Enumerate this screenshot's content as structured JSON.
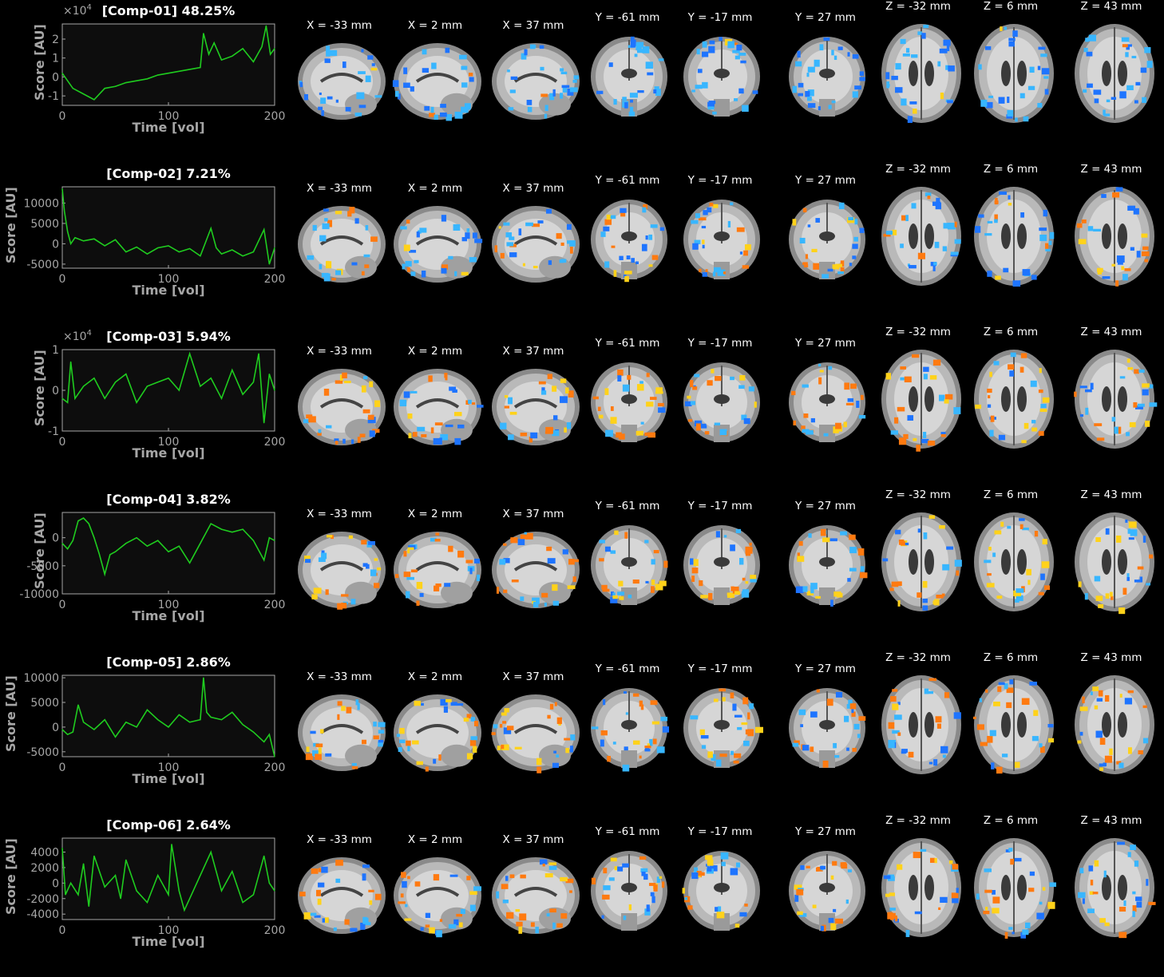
{
  "colors": {
    "background": "#000000",
    "axes_face": "#0d0d0d",
    "axes_line": "#a6a6a6",
    "trace": "#1fcc1f",
    "pos_map": "#ff8c00",
    "neg_map": "#2f8fff"
  },
  "slice_labels": {
    "sagittal": [
      "X = -33 mm",
      "X = 2 mm",
      "X = 37 mm"
    ],
    "coronal": [
      "Y = -61 mm",
      "Y = -17 mm",
      "Y = 27 mm"
    ],
    "axial": [
      "Z = -32 mm",
      "Z = 6 mm",
      "Z = 43 mm"
    ]
  },
  "chart_data": [
    {
      "type": "line",
      "title": "[Comp-01] 48.25%",
      "xlabel": "Time [vol]",
      "ylabel": "Score [AU]",
      "multiplier": "×10",
      "multiplier_exp": "4",
      "xlim": [
        0,
        200
      ],
      "ylim": [
        -1.5,
        2.8
      ],
      "xticks": [
        "0",
        "100",
        "200"
      ],
      "yticks": [
        {
          "v": 2,
          "t": "2"
        },
        {
          "v": 1,
          "t": "1"
        },
        {
          "v": 0,
          "t": "0"
        },
        {
          "v": -1,
          "t": "-1"
        }
      ],
      "series": [
        {
          "x": [
            0,
            10,
            20,
            30,
            40,
            50,
            60,
            70,
            80,
            90,
            100,
            110,
            120,
            130,
            133,
            138,
            143,
            150,
            160,
            170,
            180,
            188,
            192,
            196,
            200
          ],
          "values": [
            0.2,
            -0.6,
            -0.9,
            -1.2,
            -0.6,
            -0.5,
            -0.3,
            -0.2,
            -0.1,
            0.1,
            0.2,
            0.3,
            0.4,
            0.5,
            2.3,
            1.2,
            1.8,
            0.9,
            1.1,
            1.5,
            0.8,
            1.6,
            2.7,
            1.2,
            1.5
          ]
        }
      ]
    },
    {
      "type": "line",
      "title": "[Comp-02] 7.21%",
      "xlabel": "Time [vol]",
      "ylabel": "Score [AU]",
      "xlim": [
        0,
        200
      ],
      "ylim": [
        -6000,
        14000
      ],
      "xticks": [
        "0",
        "100",
        "200"
      ],
      "yticks": [
        {
          "v": 10000,
          "t": "10000"
        },
        {
          "v": 5000,
          "t": "5000"
        },
        {
          "v": 0,
          "t": "0"
        },
        {
          "v": -5000,
          "t": "-5000"
        }
      ],
      "series": [
        {
          "x": [
            0,
            2,
            5,
            8,
            12,
            20,
            30,
            40,
            50,
            60,
            70,
            80,
            90,
            100,
            110,
            120,
            130,
            140,
            145,
            150,
            160,
            170,
            180,
            190,
            195,
            200
          ],
          "values": [
            13500,
            8000,
            3000,
            0,
            1500,
            700,
            1200,
            -500,
            1000,
            -2000,
            -800,
            -2500,
            -1000,
            -500,
            -2000,
            -1200,
            -3000,
            3800,
            -1000,
            -2500,
            -1500,
            -3000,
            -2000,
            3500,
            -5000,
            -1000
          ]
        }
      ]
    },
    {
      "type": "line",
      "title": "[Comp-03] 5.94%",
      "xlabel": "Time [vol]",
      "ylabel": "Score [AU]",
      "multiplier": "×10",
      "multiplier_exp": "4",
      "xlim": [
        0,
        200
      ],
      "ylim": [
        -1,
        1
      ],
      "xticks": [
        "0",
        "100",
        "200"
      ],
      "yticks": [
        {
          "v": 1,
          "t": "1"
        },
        {
          "v": 0,
          "t": "0"
        },
        {
          "v": -1,
          "t": "-1"
        }
      ],
      "series": [
        {
          "x": [
            0,
            5,
            8,
            12,
            20,
            30,
            40,
            50,
            60,
            70,
            80,
            90,
            100,
            110,
            120,
            130,
            140,
            150,
            160,
            170,
            180,
            185,
            190,
            195,
            200
          ],
          "values": [
            -0.2,
            -0.3,
            0.7,
            -0.2,
            0.1,
            0.3,
            -0.2,
            0.2,
            0.4,
            -0.3,
            0.1,
            0.2,
            0.3,
            0.0,
            0.9,
            0.1,
            0.3,
            -0.2,
            0.5,
            -0.1,
            0.2,
            0.9,
            -0.8,
            0.4,
            0.0
          ]
        }
      ]
    },
    {
      "type": "line",
      "title": "[Comp-04] 3.82%",
      "xlabel": "Time [vol]",
      "ylabel": "Score [AU]",
      "xlim": [
        0,
        200
      ],
      "ylim": [
        -10000,
        4500
      ],
      "xticks": [
        "0",
        "100",
        "200"
      ],
      "yticks": [
        {
          "v": 0,
          "t": "0"
        },
        {
          "v": -5000,
          "t": "-5000"
        },
        {
          "v": -10000,
          "t": "-10000"
        }
      ],
      "series": [
        {
          "x": [
            0,
            5,
            10,
            15,
            20,
            25,
            30,
            35,
            40,
            45,
            50,
            60,
            70,
            80,
            90,
            100,
            110,
            120,
            130,
            140,
            150,
            160,
            170,
            180,
            190,
            195,
            200
          ],
          "values": [
            -1000,
            -2000,
            -500,
            3000,
            3500,
            2500,
            0,
            -3000,
            -6500,
            -3000,
            -2500,
            -1000,
            0,
            -1500,
            -500,
            -2500,
            -1500,
            -4500,
            -1000,
            2500,
            1500,
            1000,
            1500,
            -500,
            -4000,
            0,
            -500
          ]
        }
      ]
    },
    {
      "type": "line",
      "title": "[Comp-05] 2.86%",
      "xlabel": "Time [vol]",
      "ylabel": "Score [AU]",
      "xlim": [
        0,
        200
      ],
      "ylim": [
        -6000,
        10500
      ],
      "xticks": [
        "0",
        "100",
        "200"
      ],
      "yticks": [
        {
          "v": 10000,
          "t": "10000"
        },
        {
          "v": 5000,
          "t": "5000"
        },
        {
          "v": 0,
          "t": "0"
        },
        {
          "v": -5000,
          "t": "-5000"
        }
      ],
      "series": [
        {
          "x": [
            0,
            5,
            10,
            15,
            20,
            30,
            40,
            50,
            60,
            70,
            80,
            90,
            100,
            110,
            120,
            130,
            133,
            136,
            140,
            150,
            160,
            170,
            180,
            190,
            195,
            200
          ],
          "values": [
            -500,
            -1500,
            -1000,
            4500,
            1000,
            -500,
            1500,
            -2000,
            1000,
            0,
            3500,
            1500,
            0,
            2500,
            1000,
            1500,
            10000,
            3000,
            2000,
            1500,
            3000,
            500,
            -1000,
            -3000,
            -1500,
            -6000
          ]
        }
      ]
    },
    {
      "type": "line",
      "title": "[Comp-06] 2.64%",
      "xlabel": "Time [vol]",
      "ylabel": "Score [AU]",
      "xlim": [
        0,
        200
      ],
      "ylim": [
        -4700,
        5800
      ],
      "xticks": [
        "0",
        "100",
        "200"
      ],
      "yticks": [
        {
          "v": 4000,
          "t": "4000"
        },
        {
          "v": 2000,
          "t": "2000"
        },
        {
          "v": 0,
          "t": "0"
        },
        {
          "v": -2000,
          "t": "-2000"
        },
        {
          "v": -4000,
          "t": "-4000"
        }
      ],
      "series": [
        {
          "x": [
            0,
            3,
            8,
            15,
            20,
            25,
            30,
            40,
            50,
            55,
            60,
            70,
            80,
            90,
            100,
            103,
            110,
            115,
            120,
            130,
            140,
            150,
            160,
            170,
            180,
            190,
            195,
            200
          ],
          "values": [
            4500,
            -1500,
            0,
            -1500,
            2500,
            -3000,
            3500,
            -500,
            1000,
            -2000,
            3000,
            -1000,
            -2500,
            1000,
            -1500,
            5000,
            -1000,
            -3500,
            -2000,
            1000,
            4000,
            -1000,
            1500,
            -2500,
            -1500,
            3500,
            0,
            -1000
          ]
        }
      ]
    }
  ]
}
